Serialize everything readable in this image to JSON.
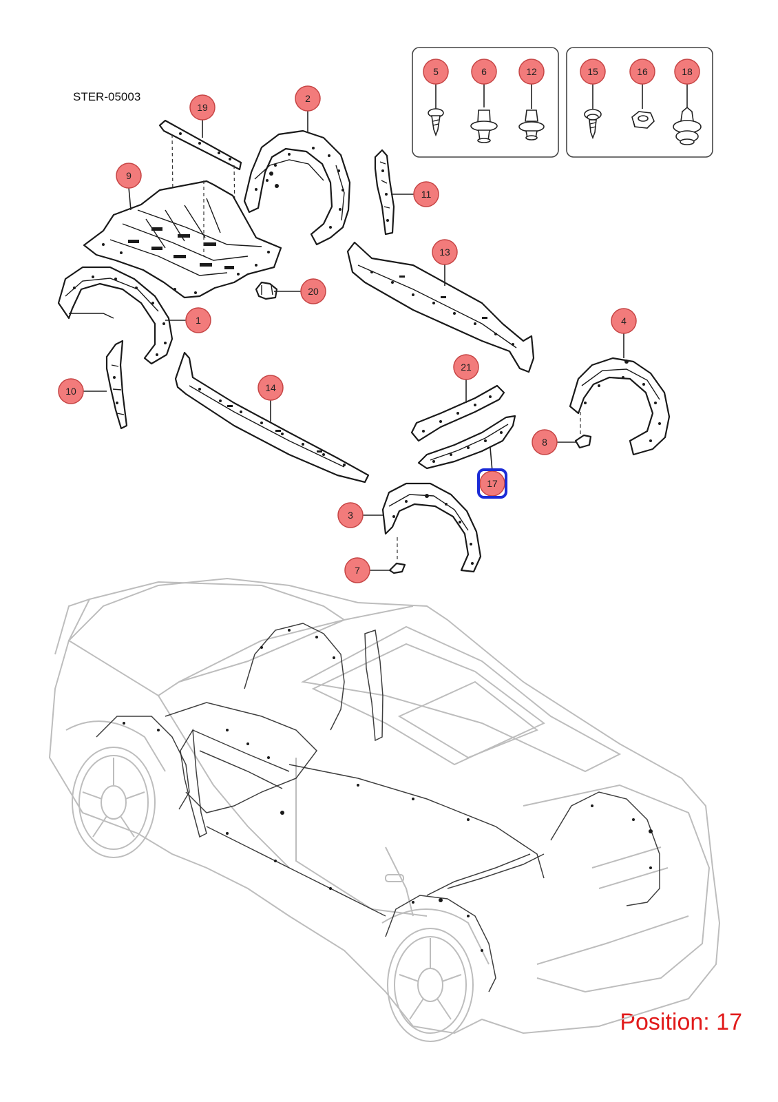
{
  "diagram": {
    "code": "STER-05003",
    "position_text": "Position: 17",
    "highlighted_callout": "17",
    "colors": {
      "callout_fill": "#f27b7b",
      "callout_stroke": "#c64545",
      "highlight": "#1b2bd6",
      "position_text": "#e11b1b",
      "car_outline": "#bdbdbd"
    },
    "callouts": [
      "1",
      "2",
      "3",
      "4",
      "5",
      "6",
      "7",
      "8",
      "9",
      "10",
      "11",
      "12",
      "13",
      "14",
      "15",
      "16",
      "17",
      "18",
      "19",
      "20",
      "21"
    ],
    "fastener_groups": [
      {
        "items": [
          "5",
          "6",
          "12"
        ]
      },
      {
        "items": [
          "15",
          "16",
          "18"
        ]
      }
    ],
    "icons": {
      "5": "screw-icon",
      "6": "push-clip-icon",
      "12": "push-rivet-icon",
      "15": "washer-screw-icon",
      "16": "nut-clip-icon",
      "18": "expansion-clip-icon"
    }
  }
}
